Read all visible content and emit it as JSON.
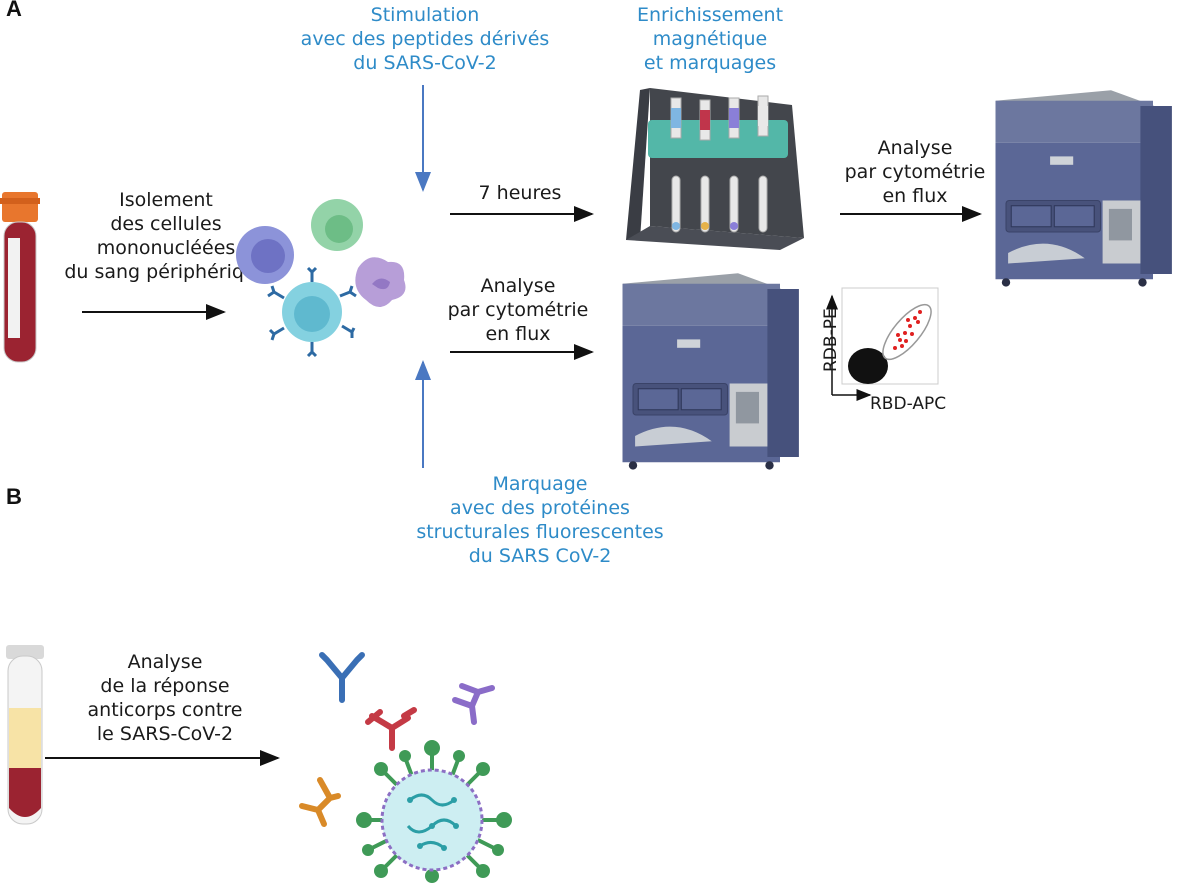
{
  "panels": {
    "a": "A",
    "b": "B"
  },
  "panel_a": {
    "isolation": [
      "Isolement",
      "des cellules",
      "mononucléées",
      "du sang périphérique"
    ],
    "stimulation": [
      "Stimulation",
      "avec des peptides dérivés",
      "du SARS-CoV-2"
    ],
    "enrichment": [
      "Enrichissement",
      "magnétique",
      "et marquages"
    ],
    "duration": "7 heures",
    "flow_top": [
      "Analyse",
      "par cytométrie",
      "en flux"
    ],
    "flow_mid": [
      "Analyse",
      "par cytométrie",
      "en flux"
    ],
    "staining": [
      "Marquage",
      "avec des protéines",
      "structurales fluorescentes",
      "du SARS CoV-2"
    ],
    "plot_y_label": "RDB-PE",
    "plot_x_label": "RBD-APC"
  },
  "panel_b": {
    "antibody": [
      "Analyse",
      "de la réponse",
      "anticorps contre",
      "le SARS-CoV-2"
    ]
  },
  "colors": {
    "blue_text": "#2e8bc8",
    "arrow_blue": "#4a78c2",
    "tube_cap": "#e8762d",
    "blood": "#9b2331",
    "plasma": "#f7e3a6",
    "machine": "#5b6796",
    "virus_body": "#cdeef2",
    "virus_spike": "#3f9a57"
  }
}
